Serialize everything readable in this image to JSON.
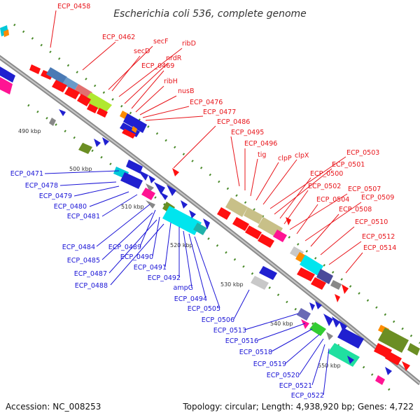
{
  "title": "Escherichia coli 536, complete genome",
  "accession": "Accession: NC_008253",
  "topology": "Topology: circular; Length: 4,938,920 bp; Genes: 4,722",
  "colors": {
    "forward_label": "#e8141a",
    "reverse_label": "#1a14d6",
    "backbone": "#8c8c8c",
    "tick": "#4a8a2a"
  },
  "scale_labels": [
    "490 kbp",
    "500 kbp",
    "510 kbp",
    "520 kbp",
    "530 kbp",
    "540 kbp",
    "550 kbp"
  ],
  "forward_genes": [
    "ECP_0458",
    "ECP_0462",
    "secF",
    "secD",
    "ribD",
    "nrdR",
    "ECP_0469",
    "ribH",
    "nusB",
    "ECP_0476",
    "ECP_0477",
    "ECP_0486",
    "ECP_0495",
    "ECP_0496",
    "tig",
    "clpP",
    "clpX",
    "ECP_0503",
    "ECP_0501",
    "ECP_0500",
    "ECP_0502",
    "ECP_0507",
    "ECP_0504",
    "ECP_0509",
    "ECP_0508",
    "ECP_0510",
    "ECP_0512",
    "ECP_0514"
  ],
  "reverse_genes": [
    "ECP_0471",
    "ECP_0478",
    "ECP_0479",
    "ECP_0480",
    "ECP_0481",
    "ECP_0484",
    "ECP_0489",
    "ECP_0485",
    "ECP_0490",
    "ECP_0487",
    "ECP_0491",
    "ECP_0488",
    "ECP_0492",
    "ampG",
    "ECP_0494",
    "ECP_0505",
    "ECP_0506",
    "ECP_0513",
    "ECP_0516",
    "ECP_0518",
    "ECP_0519",
    "ECP_0520",
    "ECP_0521",
    "ECP_0522"
  ]
}
